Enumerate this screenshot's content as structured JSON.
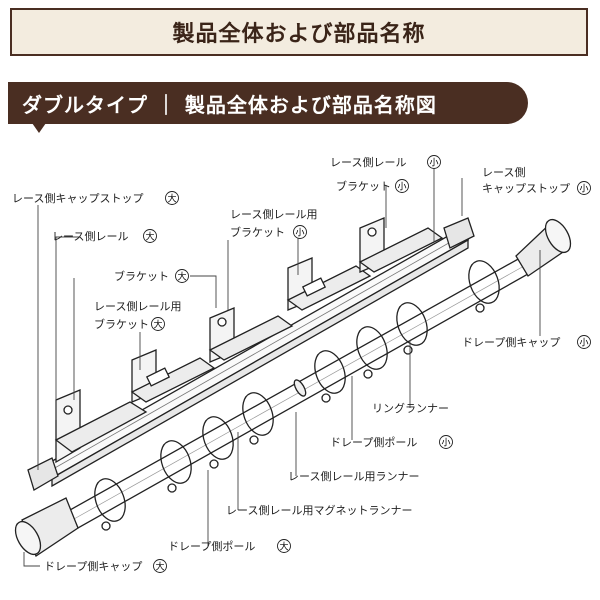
{
  "header": {
    "title": "製品全体および部品名称"
  },
  "banner": {
    "title": "ダブルタイプ ｜ 製品全体および部品名称図"
  },
  "labels": {
    "lace_cap_stop_large": "レース側キャップストップ",
    "lace_rail_large": "レース側レール",
    "bracket_large": "ブラケット",
    "lace_rail_bracket_large_1": "レース側レール用",
    "lace_rail_bracket_large_2": "ブラケット",
    "lace_rail_bracket_small_1": "レース側レール用",
    "lace_rail_bracket_small_2": "ブラケット",
    "lace_rail_small": "レース側レール",
    "bracket_small": "ブラケット",
    "lace_cap_stop_small_1": "レース側",
    "lace_cap_stop_small_2": "キャップストップ",
    "drape_cap_small": "ドレープ側キャップ",
    "ring_runner": "リングランナー",
    "drape_pole_small": "ドレープ側ポール",
    "lace_rail_runner": "レース側レール用ランナー",
    "lace_magnet_runner": "レース側レール用マグネットランナー",
    "drape_pole_large": "ドレープ側ポール",
    "drape_cap_large": "ドレープ側キャップ",
    "size_large": "大",
    "size_small": "小"
  }
}
